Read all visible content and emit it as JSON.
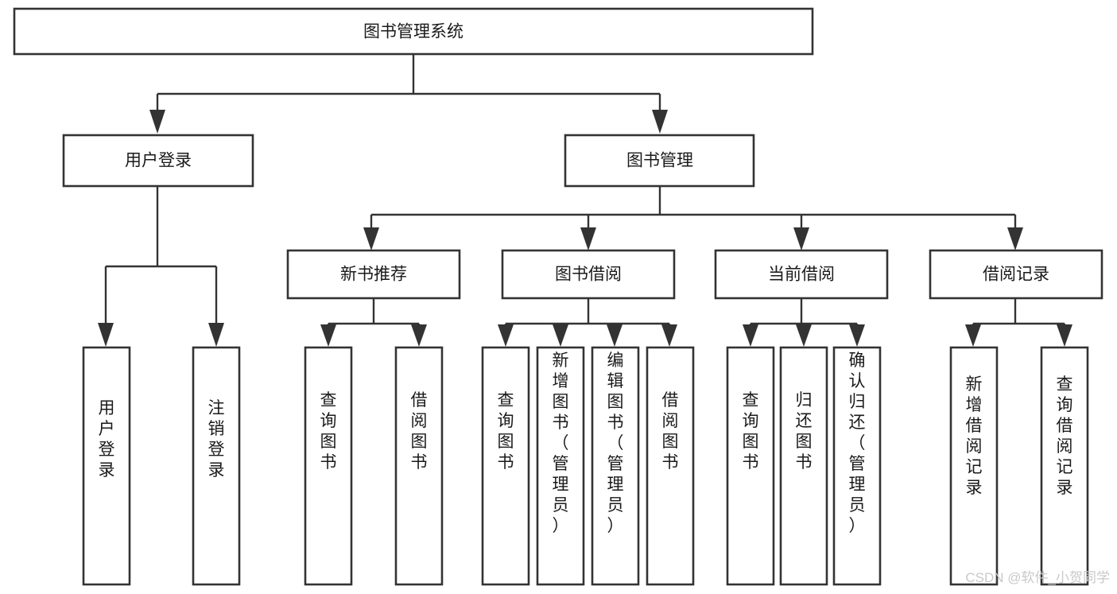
{
  "diagram": {
    "type": "tree-hierarchy",
    "title": "图书管理系统",
    "orientation": "top-down",
    "stroke_color": "#333333",
    "fill_color": "#ffffff",
    "text_color": "#1a1a1a",
    "levels": [
      {
        "level": 1,
        "nodes": [
          {
            "id": "root",
            "label": "图书管理系统",
            "text_orientation": "horizontal"
          }
        ]
      },
      {
        "level": 2,
        "nodes": [
          {
            "id": "login",
            "label": "用户登录",
            "text_orientation": "horizontal",
            "parent": "root"
          },
          {
            "id": "bookmgmt",
            "label": "图书管理",
            "text_orientation": "horizontal",
            "parent": "root"
          }
        ]
      },
      {
        "level": 3,
        "nodes": [
          {
            "id": "newbook",
            "label": "新书推荐",
            "text_orientation": "horizontal",
            "parent": "bookmgmt"
          },
          {
            "id": "borrow",
            "label": "图书借阅",
            "text_orientation": "horizontal",
            "parent": "bookmgmt"
          },
          {
            "id": "current",
            "label": "当前借阅",
            "text_orientation": "horizontal",
            "parent": "bookmgmt"
          },
          {
            "id": "records",
            "label": "借阅记录",
            "text_orientation": "horizontal",
            "parent": "bookmgmt"
          }
        ]
      },
      {
        "level": 4,
        "nodes": [
          {
            "id": "leaf-1",
            "label": "用户登录",
            "text_orientation": "vertical",
            "parent": "login"
          },
          {
            "id": "leaf-2",
            "label": "注销登录",
            "text_orientation": "vertical",
            "parent": "login"
          },
          {
            "id": "leaf-3",
            "label": "查询图书",
            "text_orientation": "vertical",
            "parent": "newbook"
          },
          {
            "id": "leaf-4",
            "label": "借阅图书",
            "text_orientation": "vertical",
            "parent": "newbook"
          },
          {
            "id": "leaf-5",
            "label": "查询图书",
            "text_orientation": "vertical",
            "parent": "borrow"
          },
          {
            "id": "leaf-6",
            "label": "新增图书（管理员）",
            "text_orientation": "vertical",
            "parent": "borrow"
          },
          {
            "id": "leaf-7",
            "label": "编辑图书（管理员）",
            "text_orientation": "vertical",
            "parent": "borrow"
          },
          {
            "id": "leaf-8",
            "label": "借阅图书",
            "text_orientation": "vertical",
            "parent": "borrow"
          },
          {
            "id": "leaf-9",
            "label": "查询图书",
            "text_orientation": "vertical",
            "parent": "current"
          },
          {
            "id": "leaf-10",
            "label": "归还图书",
            "text_orientation": "vertical",
            "parent": "current"
          },
          {
            "id": "leaf-11",
            "label": "确认归还（管理员）",
            "text_orientation": "vertical",
            "parent": "current"
          },
          {
            "id": "leaf-12",
            "label": "新增借阅记录",
            "text_orientation": "vertical",
            "parent": "records"
          },
          {
            "id": "leaf-13",
            "label": "查询借阅记录",
            "text_orientation": "vertical",
            "parent": "records"
          }
        ]
      }
    ]
  },
  "watermark": {
    "label": "CSDN @软件_小贺同学"
  }
}
